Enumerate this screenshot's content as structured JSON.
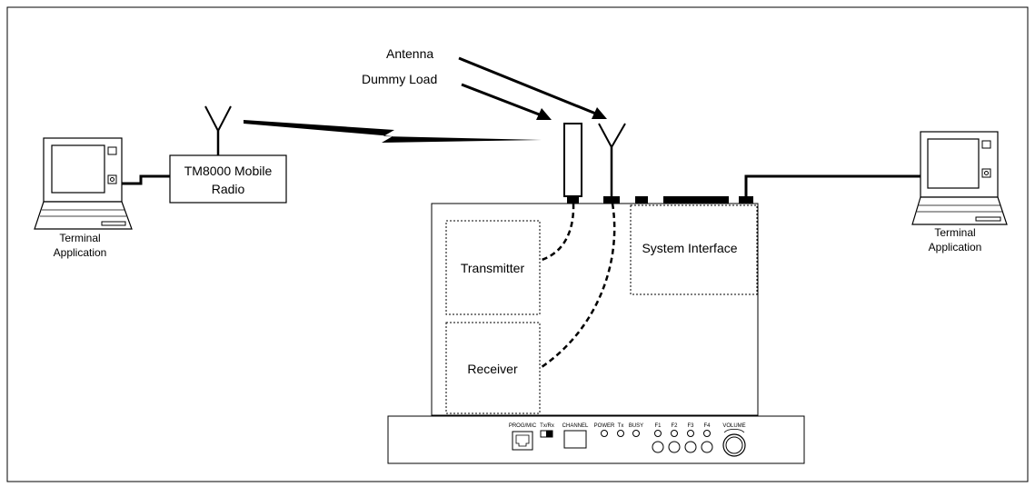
{
  "labels": {
    "antenna": "Antenna",
    "dummy_load": "Dummy Load",
    "mobile_radio_line1": "TM8000 Mobile",
    "mobile_radio_line2": "Radio",
    "terminal_left_line1": "Terminal",
    "terminal_left_line2": "Application",
    "terminal_right_line1": "Terminal",
    "terminal_right_line2": "Application",
    "transmitter": "Transmitter",
    "receiver": "Receiver",
    "system_interface": "System Interface"
  },
  "front_panel": {
    "prog_mic": "PROG/MIC",
    "tx_rx": "Tx/Rx",
    "channel": "CHANNEL",
    "power": "POWER",
    "tx": "Tx",
    "busy": "BUSY",
    "f1": "F1",
    "f2": "F2",
    "f3": "F3",
    "f4": "F4",
    "volume": "VOLUME"
  }
}
